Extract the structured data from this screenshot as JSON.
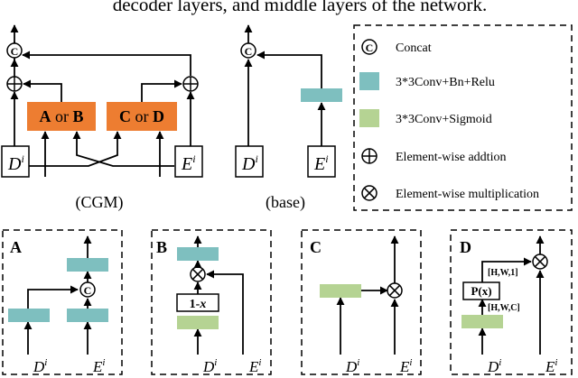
{
  "header_fragment": "decoder layers, and middle layers of the network.",
  "colors": {
    "orange": "#ED7D31",
    "teal": "#7EBFBF",
    "green": "#B5D393",
    "line": "#000000"
  },
  "cgm": {
    "block_ab": {
      "a": "A",
      "or": " or ",
      "b": "B"
    },
    "block_cd": {
      "c": "C",
      "or": " or ",
      "d": "D"
    },
    "input_d": {
      "base": "D",
      "sup": "i"
    },
    "input_e": {
      "base": "E",
      "sup": "i"
    },
    "concat_symbol": "C",
    "caption": "(CGM)"
  },
  "base": {
    "input_d": {
      "base": "D",
      "sup": "i"
    },
    "input_e": {
      "base": "E",
      "sup": "i"
    },
    "concat_symbol": "C",
    "caption": "(base)"
  },
  "legend": {
    "items": [
      {
        "icon": "concat-icon",
        "symbol": "C",
        "label": "Concat"
      },
      {
        "icon": "teal-swatch",
        "label": "3*3Conv+Bn+Relu"
      },
      {
        "icon": "green-swatch",
        "label": "3*3Conv+Sigmoid"
      },
      {
        "icon": "element-wise-addition-icon",
        "label": "Element-wise addtion"
      },
      {
        "icon": "element-wise-multiplication-icon",
        "label": "Element-wise multiplication"
      }
    ]
  },
  "panels": {
    "A": {
      "title": "A",
      "concat_symbol": "C",
      "input_d": {
        "base": "D",
        "sup": "i"
      },
      "input_e": {
        "base": "E",
        "sup": "i"
      }
    },
    "B": {
      "title": "B",
      "op_label": {
        "prefix": "1-",
        "var": "x"
      },
      "input_d": {
        "base": "D",
        "sup": "i"
      },
      "input_e": {
        "base": "E",
        "sup": "i"
      }
    },
    "C": {
      "title": "C",
      "input_d": {
        "base": "D",
        "sup": "i"
      },
      "input_e": {
        "base": "E",
        "sup": "i"
      }
    },
    "D": {
      "title": "D",
      "op_label": "P(x)",
      "dim_top": "[H,W,1]",
      "dim_bottom": "[H,W,C]",
      "input_d": {
        "base": "D",
        "sup": "i"
      },
      "input_e": {
        "base": "E",
        "sup": "i"
      }
    }
  }
}
